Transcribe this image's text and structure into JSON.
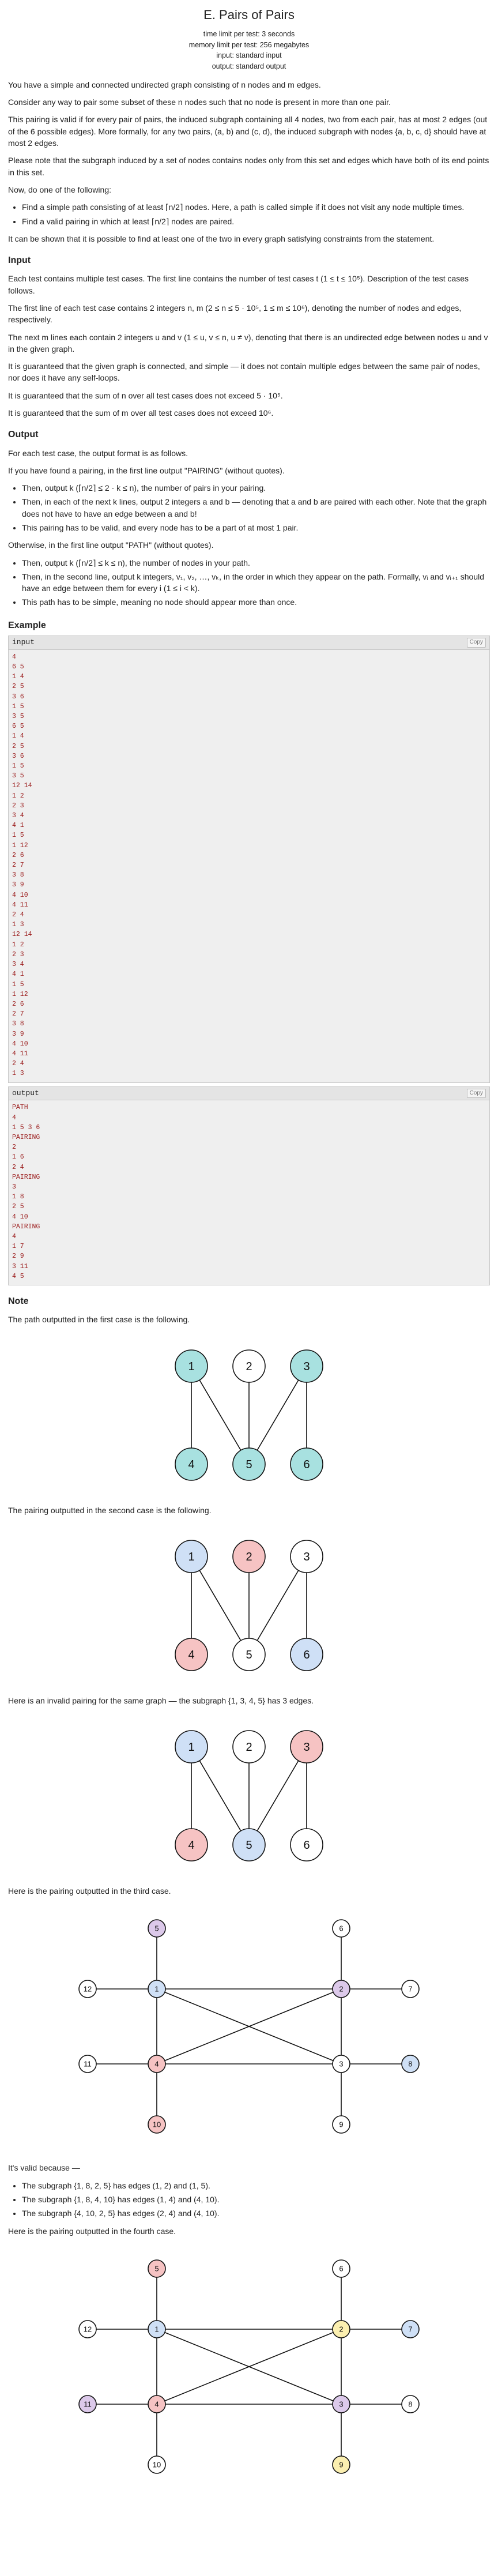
{
  "problem": {
    "title": "E. Pairs of Pairs",
    "time_limit": "time limit per test: 3 seconds",
    "memory_limit": "memory limit per test: 256 megabytes",
    "input_file": "input: standard input",
    "output_file": "output: standard output"
  },
  "statement": {
    "p1": "You have a simple and connected undirected graph consisting of n nodes and m edges.",
    "p2": "Consider any way to pair some subset of these n nodes such that no node is present in more than one pair.",
    "p3": "This pairing is valid if for every pair of pairs, the induced subgraph containing all 4 nodes, two from each pair, has at most 2 edges (out of the 6 possible edges). More formally, for any two pairs, (a, b) and (c, d), the induced subgraph with nodes {a, b, c, d} should have at most 2 edges.",
    "p4": "Please note that the subgraph induced by a set of nodes contains nodes only from this set and edges which have both of its end points in this set.",
    "p5": "Now, do one of the following:",
    "bullets": [
      "Find a simple path consisting of at least ⌈n/2⌉ nodes. Here, a path is called simple if it does not visit any node multiple times.",
      "Find a valid pairing in which at least ⌈n/2⌉ nodes are paired."
    ],
    "p6": "It can be shown that it is possible to find at least one of the two in every graph satisfying constraints from the statement."
  },
  "input_section": {
    "title": "Input",
    "p1": "Each test contains multiple test cases. The first line contains the number of test cases t (1 ≤ t ≤ 10⁵). Description of the test cases follows.",
    "p2": "The first line of each test case contains 2 integers n, m (2 ≤ n ≤ 5 · 10⁵, 1 ≤ m ≤ 10⁶), denoting the number of nodes and edges, respectively.",
    "p3": "The next m lines each contain 2 integers u and v (1 ≤ u, v ≤ n, u ≠ v), denoting that there is an undirected edge between nodes u and v in the given graph.",
    "p4": "It is guaranteed that the given graph is connected, and simple — it does not contain multiple edges between the same pair of nodes, nor does it have any self-loops.",
    "p5": "It is guaranteed that the sum of n over all test cases does not exceed 5 · 10⁵.",
    "p6": "It is guaranteed that the sum of m over all test cases does not exceed 10⁶."
  },
  "output_section": {
    "title": "Output",
    "p1": "For each test case, the output format is as follows.",
    "p2": "If you have found a pairing, in the first line output \"PAIRING\" (without quotes).",
    "pairing_bullets": [
      "Then, output k (⌈n/2⌉ ≤ 2 · k ≤ n), the number of pairs in your pairing.",
      "Then, in each of the next k lines, output 2 integers a and b — denoting that a and b are paired with each other. Note that the graph does not have to have an edge between a and b!",
      "This pairing has to be valid, and every node has to be a part of at most 1 pair."
    ],
    "p3": "Otherwise, in the first line output \"PATH\" (without quotes).",
    "path_bullets": [
      "Then, output k (⌈n/2⌉ ≤ k ≤ n), the number of nodes in your path.",
      "Then, in the second line, output k integers, v₁, v₂, …, vₖ, in the order in which they appear on the path. Formally, vᵢ and vᵢ₊₁ should have an edge between them for every i (1 ≤ i < k).",
      "This path has to be simple, meaning no node should appear more than once."
    ]
  },
  "example": {
    "title": "Example",
    "input_label": "input",
    "output_label": "output",
    "copy_label": "Copy",
    "input_lines": [
      "4",
      "6 5",
      "1 4",
      "2 5",
      "3 6",
      "1 5",
      "3 5",
      "6 5",
      "1 4",
      "2 5",
      "3 6",
      "1 5",
      "3 5",
      "12 14",
      "1 2",
      "2 3",
      "3 4",
      "4 1",
      "1 5",
      "1 12",
      "2 6",
      "2 7",
      "3 8",
      "3 9",
      "4 10",
      "4 11",
      "2 4",
      "1 3",
      "12 14",
      "1 2",
      "2 3",
      "3 4",
      "4 1",
      "1 5",
      "1 12",
      "2 6",
      "2 7",
      "3 8",
      "3 9",
      "4 10",
      "4 11",
      "2 4",
      "1 3"
    ],
    "output_lines": [
      "PATH",
      "4",
      "1 5 3 6",
      "PAIRING",
      "2",
      "1 6",
      "2 4",
      "PAIRING",
      "3",
      "1 8",
      "2 5",
      "4 10",
      "PAIRING",
      "4",
      "1 7",
      "2 9",
      "3 11",
      "4 5"
    ]
  },
  "note": {
    "title": "Note",
    "t1": "The path outputted in the first case is the following.",
    "t2": "The pairing outputted in the second case is the following.",
    "t3": "Here is an invalid pairing for the same graph — the subgraph {1, 3, 4, 5} has 3 edges.",
    "t4": "Here is the pairing outputted in the third case.",
    "t5": "It's valid because —",
    "valid_bullets": [
      "The subgraph {1, 8, 2, 5} has edges (1, 2) and (1, 5).",
      "The subgraph {1, 8, 4, 10} has edges (1, 4) and (4, 10).",
      "The subgraph {4, 10, 2, 5} has edges (2, 4) and (4, 10)."
    ],
    "t6": "Here is the pairing outputted in the fourth case."
  },
  "colors": {
    "teal": "#a8e1e0",
    "blue": "#cfe0f6",
    "red": "#f6c3c3",
    "purple": "#dcc9ea",
    "yellow": "#fbefb0",
    "white": "#ffffff"
  },
  "figures": [
    {
      "nodes": [
        {
          "id": "1",
          "color": "teal"
        },
        {
          "id": "2",
          "color": "white"
        },
        {
          "id": "3",
          "color": "teal"
        },
        {
          "id": "4",
          "color": "teal"
        },
        {
          "id": "5",
          "color": "teal"
        },
        {
          "id": "6",
          "color": "teal"
        }
      ],
      "edges": [
        [
          "1",
          "4"
        ],
        [
          "1",
          "5"
        ],
        [
          "2",
          "5"
        ],
        [
          "3",
          "5"
        ],
        [
          "3",
          "6"
        ]
      ]
    },
    {
      "nodes": [
        {
          "id": "1",
          "color": "blue"
        },
        {
          "id": "2",
          "color": "red"
        },
        {
          "id": "3",
          "color": "white"
        },
        {
          "id": "4",
          "color": "red"
        },
        {
          "id": "5",
          "color": "white"
        },
        {
          "id": "6",
          "color": "blue"
        }
      ],
      "edges": [
        [
          "1",
          "4"
        ],
        [
          "1",
          "5"
        ],
        [
          "2",
          "5"
        ],
        [
          "3",
          "5"
        ],
        [
          "3",
          "6"
        ]
      ]
    },
    {
      "nodes": [
        {
          "id": "1",
          "color": "blue"
        },
        {
          "id": "2",
          "color": "white"
        },
        {
          "id": "3",
          "color": "red"
        },
        {
          "id": "4",
          "color": "red"
        },
        {
          "id": "5",
          "color": "blue"
        },
        {
          "id": "6",
          "color": "white"
        }
      ],
      "edges": [
        [
          "1",
          "4"
        ],
        [
          "1",
          "5"
        ],
        [
          "2",
          "5"
        ],
        [
          "3",
          "5"
        ],
        [
          "3",
          "6"
        ]
      ]
    },
    {
      "nodes": [
        {
          "id": "1",
          "color": "blue"
        },
        {
          "id": "2",
          "color": "purple"
        },
        {
          "id": "3",
          "color": "white"
        },
        {
          "id": "4",
          "color": "red"
        },
        {
          "id": "5",
          "color": "purple"
        },
        {
          "id": "6",
          "color": "white"
        },
        {
          "id": "7",
          "color": "white"
        },
        {
          "id": "8",
          "color": "blue"
        },
        {
          "id": "9",
          "color": "white"
        },
        {
          "id": "10",
          "color": "red"
        },
        {
          "id": "11",
          "color": "white"
        },
        {
          "id": "12",
          "color": "white"
        }
      ],
      "edges": [
        [
          "1",
          "2"
        ],
        [
          "2",
          "3"
        ],
        [
          "3",
          "4"
        ],
        [
          "4",
          "1"
        ],
        [
          "1",
          "5"
        ],
        [
          "1",
          "12"
        ],
        [
          "2",
          "6"
        ],
        [
          "2",
          "7"
        ],
        [
          "3",
          "8"
        ],
        [
          "3",
          "9"
        ],
        [
          "4",
          "10"
        ],
        [
          "4",
          "11"
        ],
        [
          "2",
          "4"
        ],
        [
          "1",
          "3"
        ]
      ]
    },
    {
      "nodes": [
        {
          "id": "1",
          "color": "blue"
        },
        {
          "id": "2",
          "color": "yellow"
        },
        {
          "id": "3",
          "color": "purple"
        },
        {
          "id": "4",
          "color": "red"
        },
        {
          "id": "5",
          "color": "red"
        },
        {
          "id": "6",
          "color": "white"
        },
        {
          "id": "7",
          "color": "blue"
        },
        {
          "id": "8",
          "color": "white"
        },
        {
          "id": "9",
          "color": "yellow"
        },
        {
          "id": "10",
          "color": "white"
        },
        {
          "id": "11",
          "color": "purple"
        },
        {
          "id": "12",
          "color": "white"
        }
      ],
      "edges": [
        [
          "1",
          "2"
        ],
        [
          "2",
          "3"
        ],
        [
          "3",
          "4"
        ],
        [
          "4",
          "1"
        ],
        [
          "1",
          "5"
        ],
        [
          "1",
          "12"
        ],
        [
          "2",
          "6"
        ],
        [
          "2",
          "7"
        ],
        [
          "3",
          "8"
        ],
        [
          "3",
          "9"
        ],
        [
          "4",
          "10"
        ],
        [
          "4",
          "11"
        ],
        [
          "2",
          "4"
        ],
        [
          "1",
          "3"
        ]
      ]
    }
  ]
}
